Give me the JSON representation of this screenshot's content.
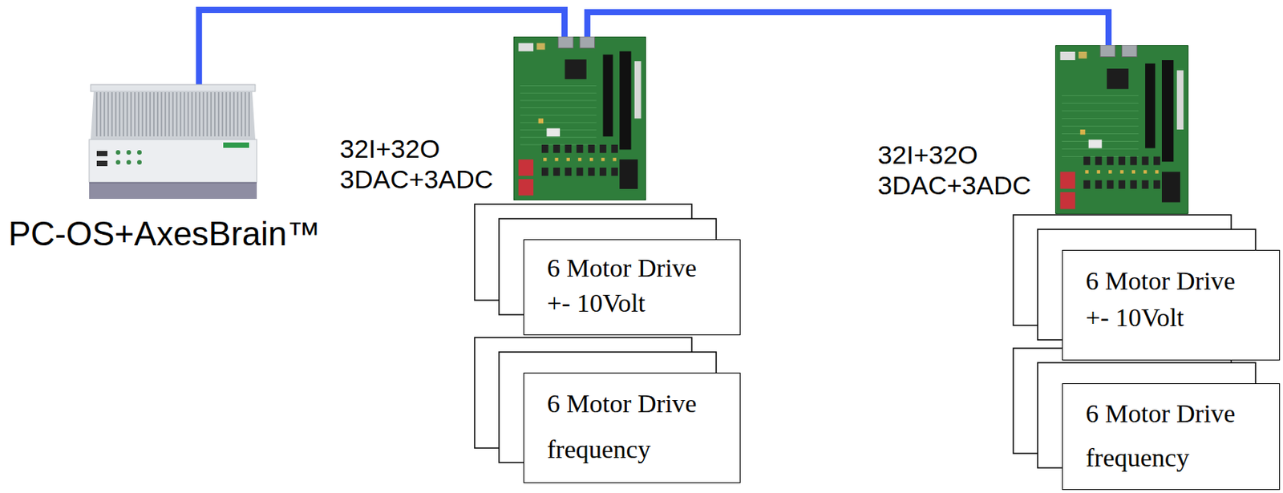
{
  "diagram": {
    "nodes": [
      {
        "text": [
          "PC-OS+AxesBrain™"
        ]
      },
      {
        "text": [
          "32I+32O",
          "3DAC+3ADC"
        ]
      },
      {
        "text": [
          "6 Motor Drive +- 10Volt"
        ]
      },
      {
        "text": [
          "6 Motor Drive frequency"
        ]
      },
      {
        "text": [
          "32I+32O",
          "3DAC+3ADC"
        ]
      },
      {
        "text": [
          "6 Motor Drive +- 10Volt"
        ]
      },
      {
        "text": [
          "6 Motor Drive frequency"
        ]
      }
    ],
    "edges": [
      {
        "from": 0,
        "to": 1,
        "arrow": "none"
      },
      {
        "from": 1,
        "to": 4,
        "arrow": "none"
      }
    ]
  }
}
